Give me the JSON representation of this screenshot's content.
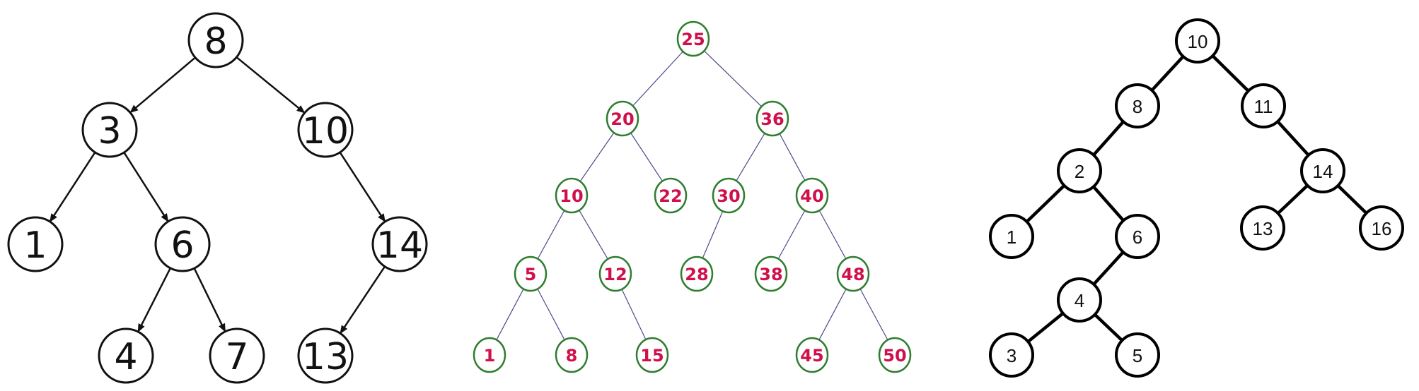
{
  "trees": [
    {
      "colors": {
        "stroke": "#111111",
        "fill": "#ffffff",
        "text": "#111111"
      },
      "nodes": [
        {
          "id": "n8",
          "label": "8",
          "parent": null
        },
        {
          "id": "n3",
          "label": "3",
          "parent": "n8"
        },
        {
          "id": "n10",
          "label": "10",
          "parent": "n8"
        },
        {
          "id": "n1",
          "label": "1",
          "parent": "n3"
        },
        {
          "id": "n6",
          "label": "6",
          "parent": "n3"
        },
        {
          "id": "n14",
          "label": "14",
          "parent": "n10"
        },
        {
          "id": "n4",
          "label": "4",
          "parent": "n6"
        },
        {
          "id": "n7",
          "label": "7",
          "parent": "n6"
        },
        {
          "id": "n13",
          "label": "13",
          "parent": "n14"
        }
      ]
    },
    {
      "colors": {
        "stroke": "#2f7d2f",
        "fill": "#ffffff",
        "text": "#d0104a",
        "edge": "#4a4a8a"
      },
      "nodes": [
        {
          "id": "m25",
          "label": "25",
          "parent": null
        },
        {
          "id": "m20",
          "label": "20",
          "parent": "m25"
        },
        {
          "id": "m36",
          "label": "36",
          "parent": "m25"
        },
        {
          "id": "m10",
          "label": "10",
          "parent": "m20"
        },
        {
          "id": "m22",
          "label": "22",
          "parent": "m20"
        },
        {
          "id": "m30",
          "label": "30",
          "parent": "m36"
        },
        {
          "id": "m40",
          "label": "40",
          "parent": "m36"
        },
        {
          "id": "m5",
          "label": "5",
          "parent": "m10"
        },
        {
          "id": "m12",
          "label": "12",
          "parent": "m10"
        },
        {
          "id": "m28",
          "label": "28",
          "parent": "m30"
        },
        {
          "id": "m38",
          "label": "38",
          "parent": "m40"
        },
        {
          "id": "m48",
          "label": "48",
          "parent": "m40"
        },
        {
          "id": "m1",
          "label": "1",
          "parent": "m5"
        },
        {
          "id": "m8",
          "label": "8",
          "parent": "m5"
        },
        {
          "id": "m15",
          "label": "15",
          "parent": "m12"
        },
        {
          "id": "m45",
          "label": "45",
          "parent": "m48"
        },
        {
          "id": "m50",
          "label": "50",
          "parent": "m48"
        }
      ]
    },
    {
      "colors": {
        "stroke": "#000000",
        "fill": "#ffffff",
        "text": "#111111"
      },
      "nodes": [
        {
          "id": "k10",
          "label": "10",
          "parent": null
        },
        {
          "id": "k8",
          "label": "8",
          "parent": "k10"
        },
        {
          "id": "k11",
          "label": "11",
          "parent": "k10"
        },
        {
          "id": "k2",
          "label": "2",
          "parent": "k8"
        },
        {
          "id": "k14",
          "label": "14",
          "parent": "k11"
        },
        {
          "id": "k1",
          "label": "1",
          "parent": "k2"
        },
        {
          "id": "k6",
          "label": "6",
          "parent": "k2"
        },
        {
          "id": "k13",
          "label": "13",
          "parent": "k14"
        },
        {
          "id": "k16",
          "label": "16",
          "parent": "k14"
        },
        {
          "id": "k4",
          "label": "4",
          "parent": "k6"
        },
        {
          "id": "k3",
          "label": "3",
          "parent": "k4"
        },
        {
          "id": "k5",
          "label": "5",
          "parent": "k4"
        }
      ]
    }
  ]
}
